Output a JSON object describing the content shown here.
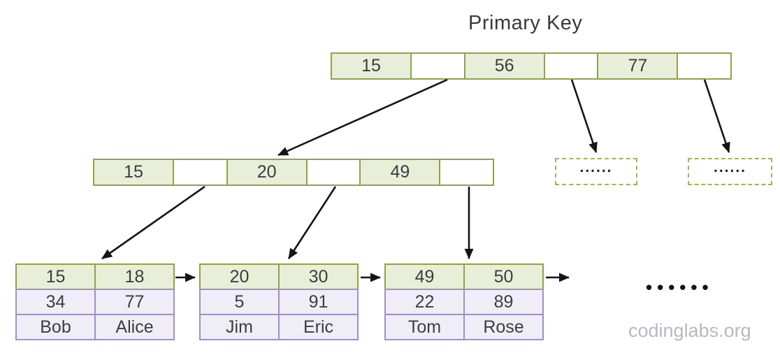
{
  "title": "Primary Key",
  "watermark": "codinglabs.org",
  "colors": {
    "index_fill_green": "#e9eed9",
    "index_border_green": "#8ea348",
    "dashed_border_green": "#9cb45c",
    "leaf_fill_purple": "#efedf6",
    "leaf_border_purple": "#a18fc5",
    "arrow_black": "#151515",
    "text": "#3d3d3d",
    "watermark_gray": "#b6b9c3"
  },
  "tree": {
    "root": {
      "keys": [
        "15",
        "56",
        "77"
      ]
    },
    "internal": {
      "keys": [
        "15",
        "20",
        "49"
      ]
    },
    "truncated": {
      "box1": "......",
      "box2": "......"
    },
    "leaves": [
      {
        "keys": [
          "15",
          "18"
        ],
        "values": [
          "34",
          "77"
        ],
        "names": [
          "Bob",
          "Alice"
        ]
      },
      {
        "keys": [
          "20",
          "30"
        ],
        "values": [
          "5",
          "91"
        ],
        "names": [
          "Jim",
          "Eric"
        ]
      },
      {
        "keys": [
          "49",
          "50"
        ],
        "values": [
          "22",
          "89"
        ],
        "names": [
          "Tom",
          "Rose"
        ]
      }
    ],
    "more_leaves_ellipsis": "••••••"
  }
}
